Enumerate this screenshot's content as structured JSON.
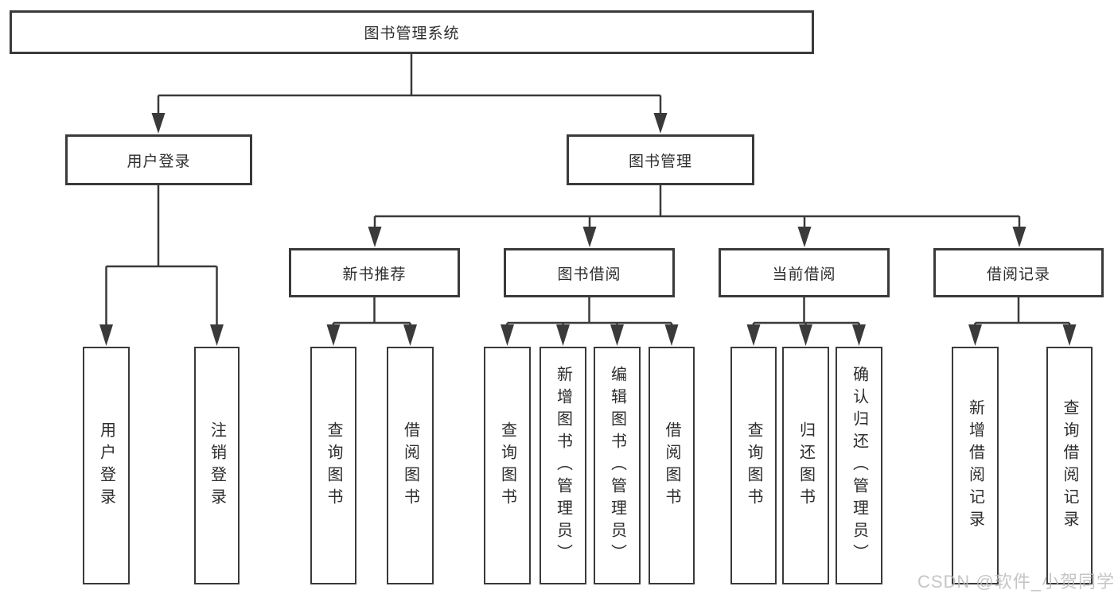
{
  "diagram_title": "图书管理系统",
  "nodes": {
    "root": {
      "label": "图书管理系统"
    },
    "user_login": {
      "label": "用户登录"
    },
    "book_mgmt": {
      "label": "图书管理"
    },
    "new_book_rec": {
      "label": "新书推荐"
    },
    "book_borrow": {
      "label": "图书借阅"
    },
    "current_borrow": {
      "label": "当前借阅"
    },
    "borrow_record": {
      "label": "借阅记录"
    },
    "v_user_login": {
      "label": "用户登录"
    },
    "v_logout": {
      "label": "注销登录"
    },
    "v_query_book_1": {
      "label": "查询图书"
    },
    "v_borrow_book_1": {
      "label": "借阅图书"
    },
    "v_query_book_2": {
      "label": "查询图书"
    },
    "v_add_book": {
      "label": "新增图书（管理员）"
    },
    "v_edit_book": {
      "label": "编辑图书（管理员）"
    },
    "v_borrow_book_2": {
      "label": "借阅图书"
    },
    "v_query_book_3": {
      "label": "查询图书"
    },
    "v_return_book": {
      "label": "归还图书"
    },
    "v_confirm_return": {
      "label": "确认归还（管理员）"
    },
    "v_add_record": {
      "label": "新增借阅记录"
    },
    "v_query_record": {
      "label": "查询借阅记录"
    }
  },
  "structure": {
    "图书管理系统": {
      "用户登录": [
        "用户登录",
        "注销登录"
      ],
      "图书管理": {
        "新书推荐": [
          "查询图书",
          "借阅图书"
        ],
        "图书借阅": [
          "查询图书",
          "新增图书（管理员）",
          "编辑图书（管理员）",
          "借阅图书"
        ],
        "当前借阅": [
          "查询图书",
          "归还图书",
          "确认归还（管理员）"
        ],
        "借阅记录": [
          "新增借阅记录",
          "查询借阅记录"
        ]
      }
    }
  },
  "watermark": "CSDN @软件_小贺同学",
  "colors": {
    "line": "#3a3a3a",
    "border": "#3a3a3a",
    "text": "#2d2d2d",
    "background": "#ffffff",
    "watermark": "#b9b9b9"
  }
}
